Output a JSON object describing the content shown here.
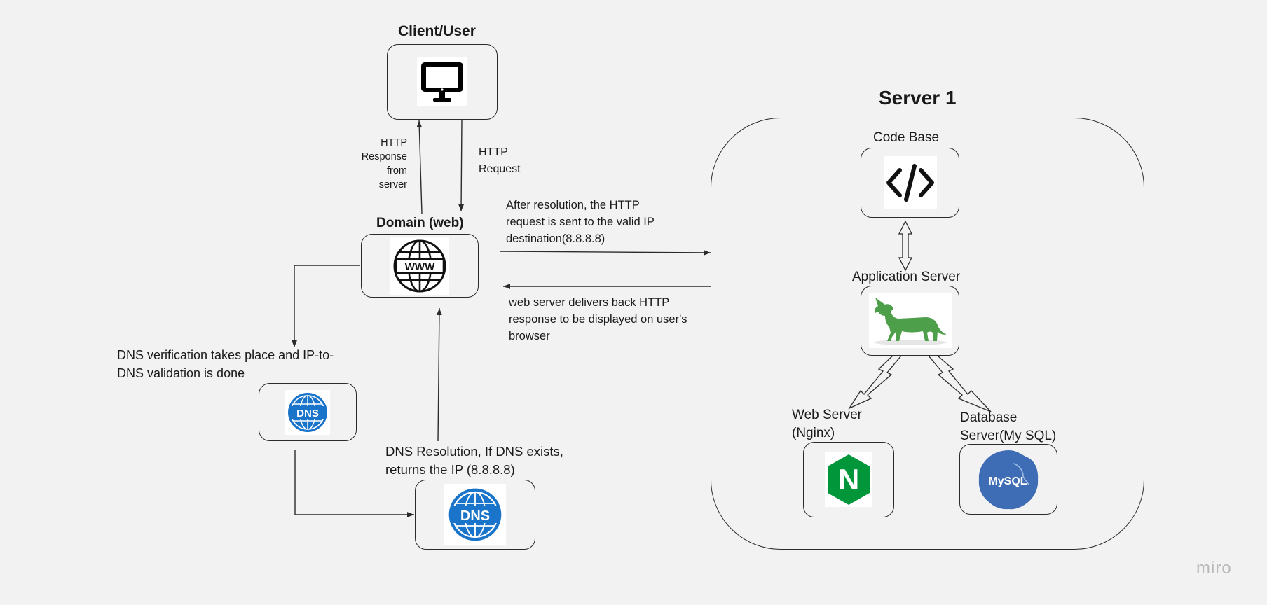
{
  "client": {
    "title": "Client/User",
    "icon": "monitor-icon"
  },
  "http_response": {
    "line1": "HTTP",
    "line2": "Response",
    "line3": "from",
    "line4": "server"
  },
  "http_request": {
    "line1": "HTTP",
    "line2": "Request"
  },
  "domain": {
    "title": "Domain (web)",
    "icon": "www-globe-icon",
    "globe_text": "WWW"
  },
  "after_resolution": {
    "line1": "After resolution, the HTTP",
    "line2": "request is sent to the valid IP",
    "line3": "destination(8.8.8.8)"
  },
  "web_delivers": {
    "line1": "web server delivers back HTTP",
    "line2": "response to be displayed on user's",
    "line3": "browser"
  },
  "dns_verification": {
    "line1": "DNS verification takes place and IP-to-",
    "line2": "DNS validation is done",
    "icon": "dns-icon",
    "icon_text": "DNS"
  },
  "dns_resolution": {
    "line1": "DNS Resolution, If DNS exists,",
    "line2": "returns the IP (8.8.8.8)",
    "icon": "dns-icon",
    "icon_text": "DNS"
  },
  "server": {
    "title": "Server 1",
    "code_base": {
      "label": "Code Base",
      "icon": "code-icon"
    },
    "app_server": {
      "label": "Application Server",
      "icon": "unicorn-icon"
    },
    "web_server": {
      "line1": "Web Server",
      "line2": "(Nginx)",
      "icon": "nginx-icon",
      "icon_text": "N"
    },
    "db_server": {
      "line1": "Database",
      "line2": "Server(My SQL)",
      "icon": "mysql-icon",
      "icon_text": "MySQL"
    }
  },
  "watermark": "miro",
  "colors": {
    "background": "#f2f2f2",
    "line": "#2b2b2b",
    "dns_blue": "#1a74c9",
    "unicorn_green": "#4e9f4a",
    "nginx_green": "#009639",
    "mysql_blue": "#3e6db5"
  }
}
